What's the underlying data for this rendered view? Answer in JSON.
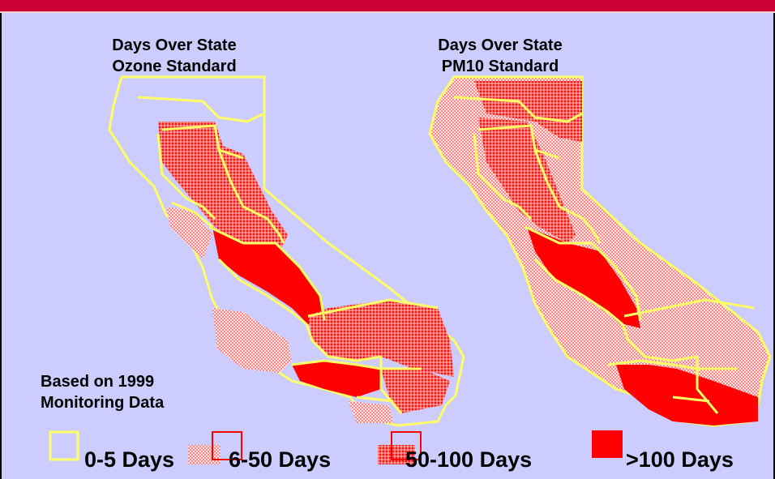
{
  "maps": [
    {
      "title_line1": "Days Over State",
      "title_line2": "Ozone Standard"
    },
    {
      "title_line1": "Days Over State",
      "title_line2": "PM10 Standard"
    }
  ],
  "note": {
    "line1": "Based on 1999",
    "line2": "Monitoring Data"
  },
  "legend": [
    {
      "label": "0-5 Days",
      "pattern": "none"
    },
    {
      "label": "6-50 Days",
      "pattern": "light-dots"
    },
    {
      "label": "50-100 Days",
      "pattern": "dense-dots"
    },
    {
      "label": ">100 Days",
      "pattern": "solid"
    }
  ],
  "colors": {
    "background": "#CCCCFF",
    "boundary": "#FFFF66",
    "severe": "#FF0000",
    "header_bar": "#CC0033"
  }
}
